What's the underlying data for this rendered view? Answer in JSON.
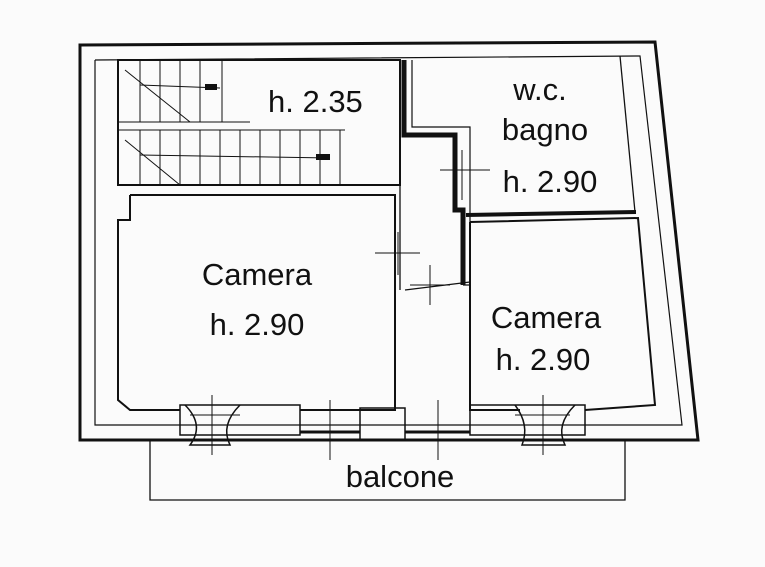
{
  "plan": {
    "rooms": [
      {
        "id": "stairs",
        "labels": [
          "h. 2.35"
        ]
      },
      {
        "id": "wc",
        "labels": [
          "w.c.",
          "bagno",
          "h. 2.90"
        ]
      },
      {
        "id": "camera-left",
        "labels": [
          "Camera",
          "h. 2.90"
        ]
      },
      {
        "id": "camera-right",
        "labels": [
          "Camera",
          "h. 2.90"
        ]
      },
      {
        "id": "balcony",
        "labels": [
          "balcone"
        ]
      }
    ],
    "colors": {
      "ink": "#111111",
      "paper": "#fbfbfb"
    }
  }
}
